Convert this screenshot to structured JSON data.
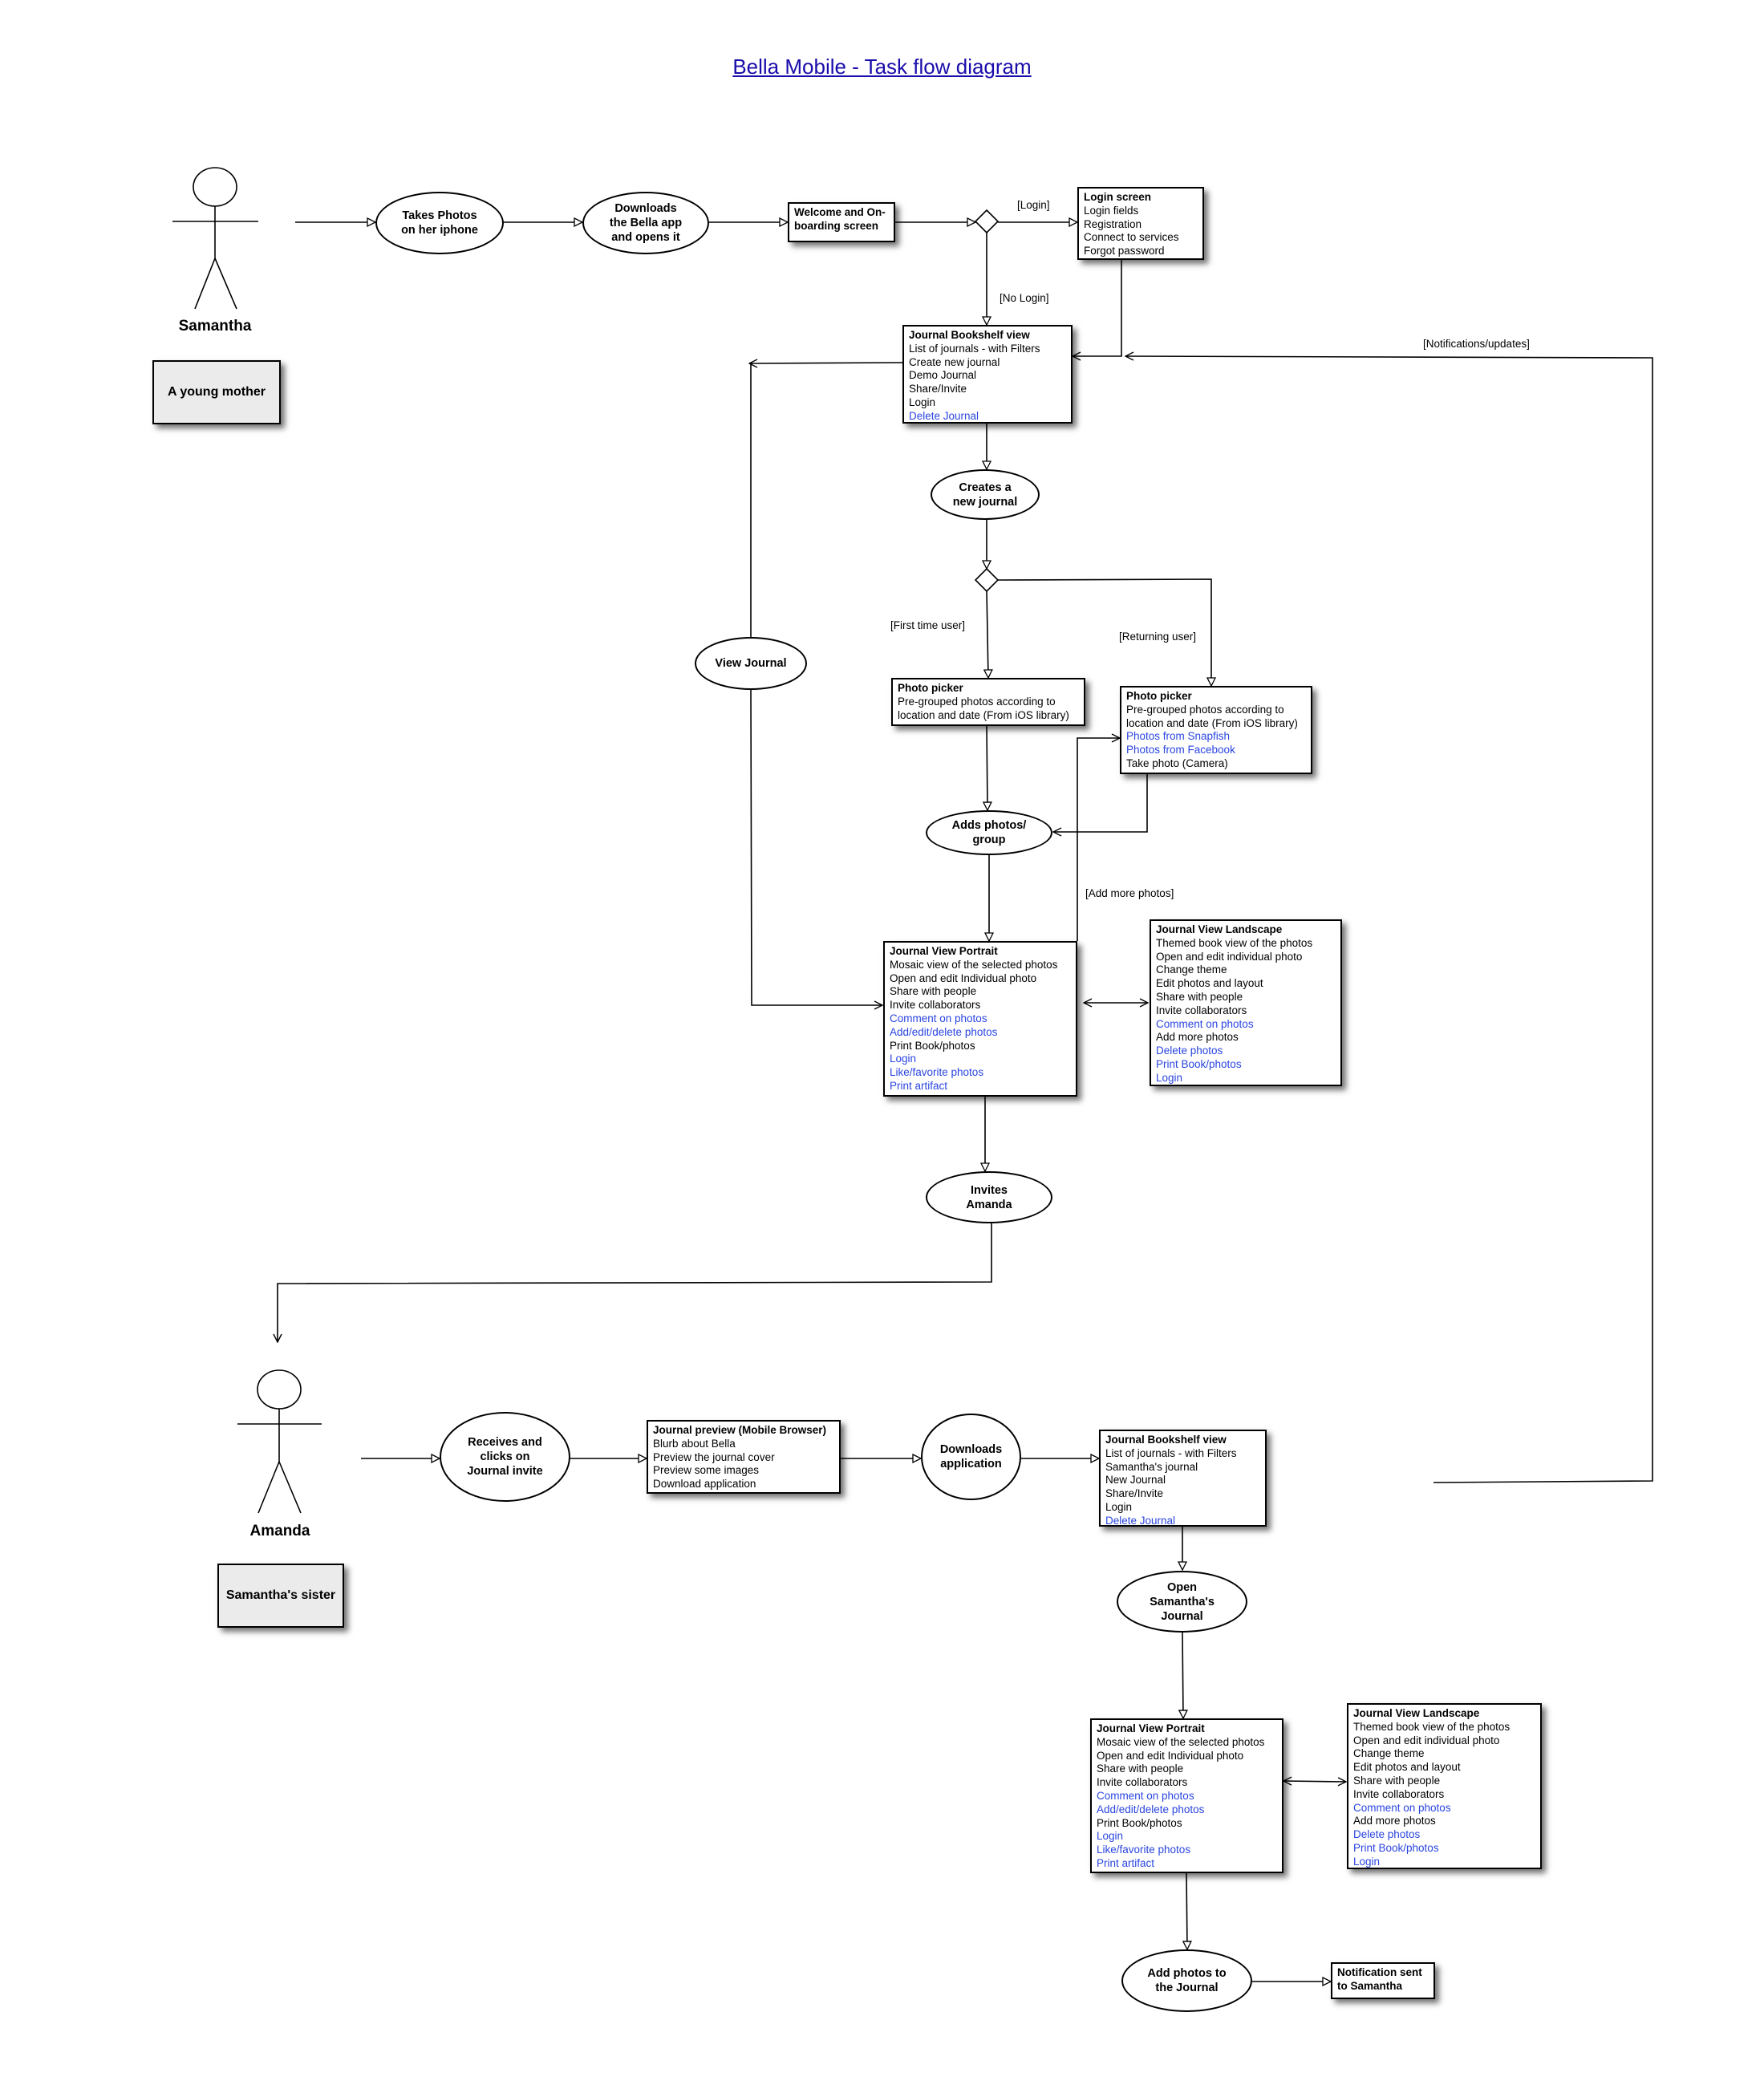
{
  "title": "Bella Mobile - Task flow diagram",
  "actors": {
    "samantha": {
      "name": "Samantha",
      "role": "A young mother"
    },
    "amanda": {
      "name": "Amanda",
      "role": "Samantha's sister"
    }
  },
  "activities": {
    "takes_photos": "Takes Photos\non her iphone",
    "downloads_bella": "Downloads\nthe Bella app\nand opens it",
    "creates_journal": "Creates a\nnew journal",
    "view_journal": "View Journal",
    "adds_photos": "Adds photos/\ngroup",
    "invites_amanda": "Invites\nAmanda",
    "receives_invite": "Receives and\nclicks on\nJournal invite",
    "downloads_application": "Downloads\napplication",
    "open_samantha_journal": "Open\nSamantha's\nJournal",
    "add_photos_journal": "Add photos to\nthe Journal"
  },
  "screens": {
    "welcome": {
      "title": "Welcome and On-\nboarding screen",
      "items": []
    },
    "login": {
      "title": "Login screen",
      "items": [
        {
          "text": "Login fields",
          "link": false
        },
        {
          "text": "Registration",
          "link": false
        },
        {
          "text": "Connect to services",
          "link": false
        },
        {
          "text": "Forgot password",
          "link": false
        }
      ]
    },
    "bookshelf1": {
      "title": "Journal Bookshelf view",
      "items": [
        {
          "text": "List of journals - with Filters",
          "link": false
        },
        {
          "text": "Create new journal",
          "link": false
        },
        {
          "text": "Demo Journal",
          "link": false
        },
        {
          "text": "Share/Invite",
          "link": false
        },
        {
          "text": "Login",
          "link": false
        },
        {
          "text": "Delete Journal",
          "link": true
        }
      ]
    },
    "picker1": {
      "title": "Photo picker",
      "items": [
        {
          "text": "Pre-grouped photos according to",
          "link": false
        },
        {
          "text": "location and date (From iOS library)",
          "link": false
        }
      ]
    },
    "picker2": {
      "title": "Photo picker",
      "items": [
        {
          "text": "Pre-grouped photos according to",
          "link": false
        },
        {
          "text": "location and date (From iOS library)",
          "link": false
        },
        {
          "text": "Photos from Snapfish",
          "link": true
        },
        {
          "text": "Photos from Facebook",
          "link": true
        },
        {
          "text": "Take photo (Camera)",
          "link": false
        }
      ]
    },
    "portrait1": {
      "title": "Journal View Portrait",
      "items": [
        {
          "text": "Mosaic view of the selected photos",
          "link": false
        },
        {
          "text": "Open and edit Individual photo",
          "link": false
        },
        {
          "text": "Share with people",
          "link": false
        },
        {
          "text": "Invite collaborators",
          "link": false
        },
        {
          "text": "Comment on photos",
          "link": true
        },
        {
          "text": "Add/edit/delete photos",
          "link": true
        },
        {
          "text": "Print Book/photos",
          "link": false
        },
        {
          "text": "Login",
          "link": true
        },
        {
          "text": "Like/favorite photos",
          "link": true
        },
        {
          "text": "Print artifact",
          "link": true
        }
      ]
    },
    "landscape1": {
      "title": "Journal View Landscape",
      "items": [
        {
          "text": "Themed book view of the photos",
          "link": false
        },
        {
          "text": "Open and edit individual photo",
          "link": false
        },
        {
          "text": "Change theme",
          "link": false
        },
        {
          "text": "Edit photos and layout",
          "link": false
        },
        {
          "text": "Share with people",
          "link": false
        },
        {
          "text": "Invite collaborators",
          "link": false
        },
        {
          "text": "Comment on photos",
          "link": true
        },
        {
          "text": "Add more photos",
          "link": false
        },
        {
          "text": "Delete photos",
          "link": true
        },
        {
          "text": "Print Book/photos",
          "link": true
        },
        {
          "text": "Login",
          "link": true
        }
      ]
    },
    "preview": {
      "title": "Journal preview (Mobile Browser)",
      "items": [
        {
          "text": "Blurb about Bella",
          "link": false
        },
        {
          "text": "Preview the journal cover",
          "link": false
        },
        {
          "text": "Preview some images",
          "link": false
        },
        {
          "text": "Download application",
          "link": false
        }
      ]
    },
    "bookshelf2": {
      "title": "Journal Bookshelf view",
      "items": [
        {
          "text": "List of journals - with Filters",
          "link": false
        },
        {
          "text": "Samantha's journal",
          "link": false
        },
        {
          "text": "New Journal",
          "link": false
        },
        {
          "text": "Share/Invite",
          "link": false
        },
        {
          "text": "Login",
          "link": false
        },
        {
          "text": "Delete Journal",
          "link": true
        }
      ]
    },
    "portrait2": {
      "title": "Journal View Portrait",
      "items": [
        {
          "text": "Mosaic view of the selected photos",
          "link": false
        },
        {
          "text": "Open and edit Individual photo",
          "link": false
        },
        {
          "text": "Share with people",
          "link": false
        },
        {
          "text": "Invite collaborators",
          "link": false
        },
        {
          "text": "Comment on photos",
          "link": true
        },
        {
          "text": "Add/edit/delete photos",
          "link": true
        },
        {
          "text": "Print Book/photos",
          "link": false
        },
        {
          "text": "Login",
          "link": true
        },
        {
          "text": "Like/favorite photos",
          "link": true
        },
        {
          "text": "Print artifact",
          "link": true
        }
      ]
    },
    "landscape2": {
      "title": "Journal View Landscape",
      "items": [
        {
          "text": "Themed book view of the photos",
          "link": false
        },
        {
          "text": "Open and edit individual photo",
          "link": false
        },
        {
          "text": "Change theme",
          "link": false
        },
        {
          "text": "Edit photos and layout",
          "link": false
        },
        {
          "text": "Share with people",
          "link": false
        },
        {
          "text": "Invite collaborators",
          "link": false
        },
        {
          "text": "Comment on photos",
          "link": true
        },
        {
          "text": "Add more photos",
          "link": false
        },
        {
          "text": "Delete photos",
          "link": true
        },
        {
          "text": "Print Book/photos",
          "link": true
        },
        {
          "text": "Login",
          "link": true
        }
      ]
    },
    "notification": {
      "title": "Notification sent\nto Samantha",
      "items": []
    }
  },
  "edge_labels": {
    "login": "[Login]",
    "no_login": "[No Login]",
    "notifications": "[Notifications/updates]",
    "first_time": "[First time user]",
    "returning": "[Returning user]",
    "add_more": "[Add more photos]"
  },
  "colors": {
    "link": "#2a45e0",
    "title_link": "#1a0dab",
    "role_fill": "#ebebeb"
  }
}
